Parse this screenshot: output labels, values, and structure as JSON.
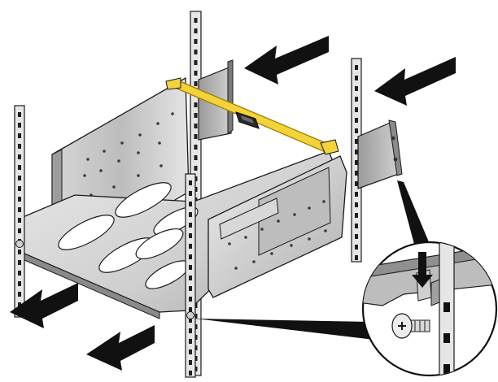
{
  "figure": {
    "kind": "rack-mount installation illustration",
    "colors": {
      "background": "#ffffff",
      "outline": "#1a1a1a",
      "rail_fill": "#e6e6e6",
      "rail_hole": "#1f1f1f",
      "shelf_light": "#f2f2f2",
      "shelf_mid": "#c4c4c4",
      "shelf_dark": "#8f8f8f",
      "side_plate": "#b8b8b8",
      "strap": "#f3d23a",
      "strap_edge": "#9c7f00",
      "buckle": "#2a2a2a",
      "arrow": "#111111",
      "detail_bg": "#ffffff",
      "screw": "#d9d9d9"
    },
    "icons": [
      "insert-direction-arrow",
      "retaining-strap",
      "buckle",
      "mounting-screw",
      "magnified-detail-callout"
    ],
    "components": {
      "rack_posts": 4,
      "direction_arrows": 4,
      "detail_callouts": 1
    }
  }
}
